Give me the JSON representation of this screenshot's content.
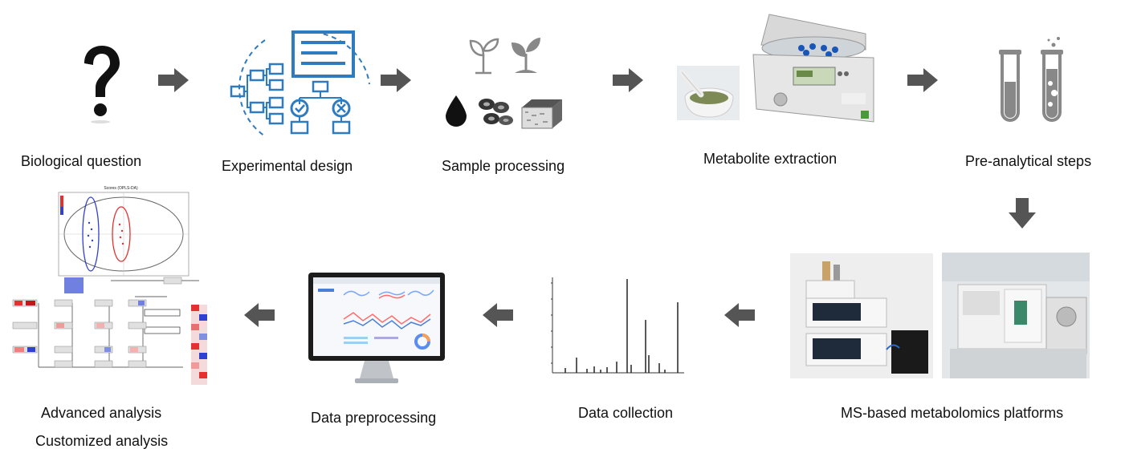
{
  "steps": {
    "biological_question": "Biological question",
    "experimental_design": "Experimental design",
    "sample_processing": "Sample processing",
    "metabolite_extraction": "Metabolite extraction",
    "pre_analytical": "Pre-analytical steps",
    "ms_platforms": "MS-based metabolomics platforms",
    "data_collection": "Data collection",
    "data_preprocessing": "Data preprocessing",
    "advanced_analysis": "Advanced analysis",
    "customized_analysis": "Customized analysis"
  },
  "scores_plot_title": "Scores (OPLS-DA)",
  "colors": {
    "arrow": "#555555",
    "design_blue": "#2e7bbf",
    "icon_gray": "#8a8a8a",
    "group_red": "#e53030",
    "group_blue": "#3040d0"
  }
}
